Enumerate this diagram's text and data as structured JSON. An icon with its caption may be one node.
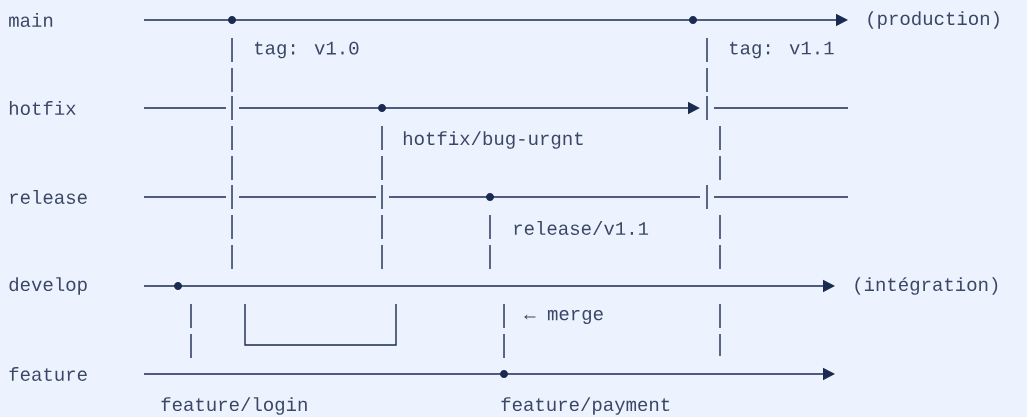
{
  "diagram": {
    "labels": [
      "main",
      "(production)",
      "tag: v1.0",
      "tag: v1.1",
      "hotfix",
      "hotfix/bug-urgnt",
      "release",
      "release/v1.1",
      "develop",
      "(intégration)",
      "← merge",
      "feature",
      "feature/login",
      "feature/payment"
    ]
  }
}
